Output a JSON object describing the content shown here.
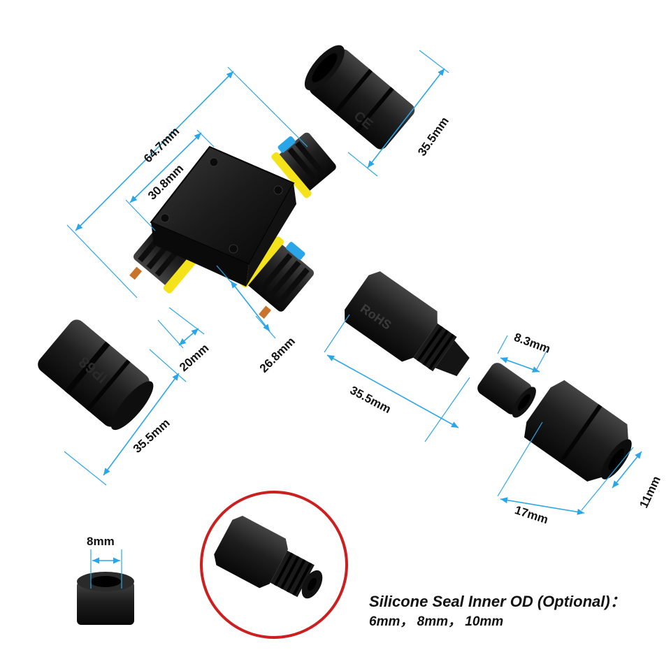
{
  "dimensions": {
    "overall_length": "64.7mm",
    "box_width": "30.8mm",
    "top_nut_length": "35.5mm",
    "left_nut_length": "35.5mm",
    "thread_length": "20mm",
    "arm_diameter": "26.8mm",
    "gland_length": "35.5mm",
    "seal_length": "8.3mm",
    "cap_length": "17mm",
    "cap_hole": "11mm",
    "small_seal_length": "8mm"
  },
  "markings": {
    "ce": "CE",
    "ip68": "IP68",
    "rohs": "RoHS"
  },
  "caption": {
    "line1": "Silicone Seal Inner OD (Optional)：",
    "line2": "6mm， 8mm， 10mm"
  },
  "colors": {
    "dimension_line": "#2aa6e8",
    "body": "#1a1a1a",
    "seal_ring": "#f4e21a",
    "latch": "#2aa6e8",
    "highlight_circle": "#cc1f1f"
  }
}
